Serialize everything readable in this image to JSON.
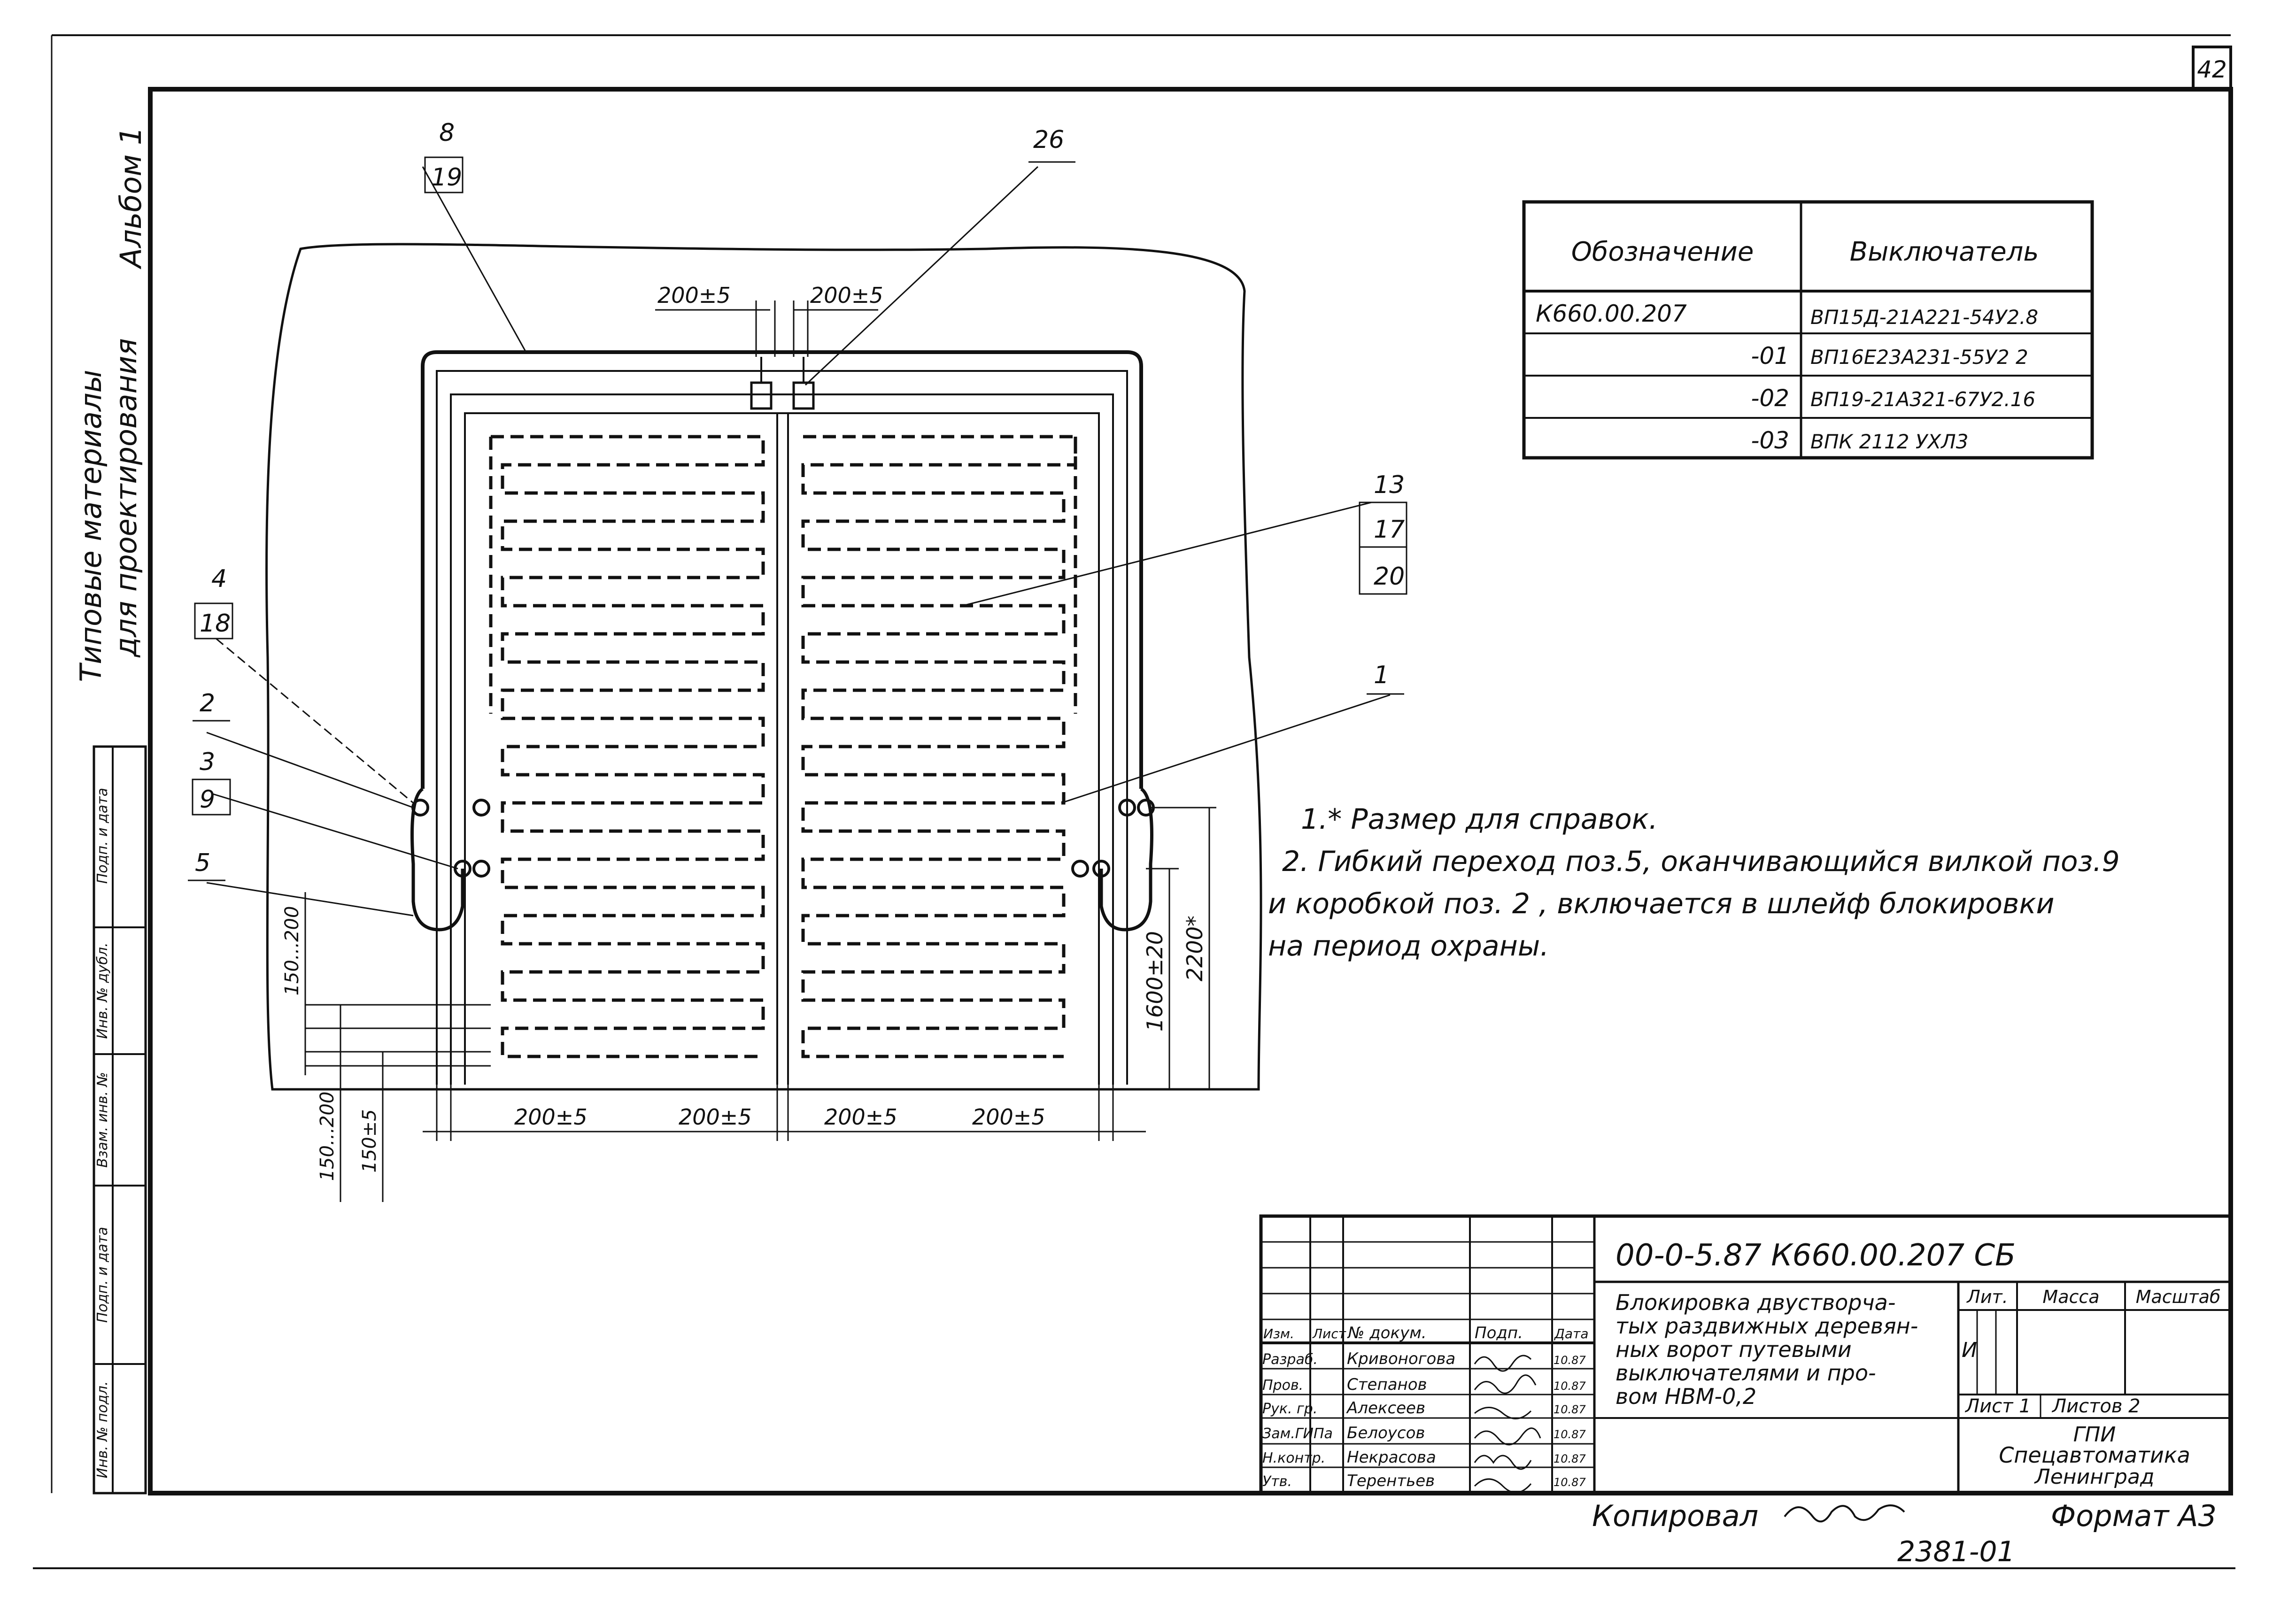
{
  "sheet_number": "42",
  "side_album": "Альбом 1",
  "side_title_1": "Типовые материалы",
  "side_title_2": "для проектирования",
  "stamp_cells": [
    "Инв. № подл.",
    "Подп. и дата",
    "Взам. инв. №",
    "Инв. № дубл.",
    "Подп. и дата"
  ],
  "spec_table": {
    "headers": [
      "Обозначение",
      "Выключатель"
    ],
    "rows": [
      [
        "К660.00.207",
        "ВП15Д-21А221-54У2.8"
      ],
      [
        "-01",
        "ВП16Е23А231-55У2 2"
      ],
      [
        "-02",
        "ВП19-21А321-67У2.16"
      ],
      [
        "-03",
        "ВПК 2112 УХЛ3"
      ]
    ]
  },
  "notes": [
    "1.* Размер для справок.",
    "2. Гибкий переход поз.5, оканчивающийся вилкой поз.9",
    "и коробкой поз. 2 , включается в шлейф блокировки",
    "на период охраны."
  ],
  "callouts": [
    "8",
    "19",
    "26",
    "13",
    "17",
    "20",
    "4",
    "18",
    "2",
    "3",
    "9",
    "5",
    "1"
  ],
  "dimensions": {
    "top_left": "200±5",
    "top_right": "200±5",
    "bottom": [
      "200±5",
      "200±5",
      "200±5",
      "200±5"
    ],
    "left_vertical": "150...200",
    "bottom_left_1": "150...200",
    "bottom_left_2": "150±5",
    "right_1": "1600±20",
    "right_2": "2200*"
  },
  "title_block": {
    "code": "00-0-5.87   К660.00.207 СБ",
    "name_lines": [
      "Блокировка двустворча-",
      "тых раздвижных деревян-",
      "ных ворот путевыми",
      "выключателями и про-",
      "вом НВМ-0,2"
    ],
    "lit_label": "Лит.",
    "lit_value": "И",
    "mass_label": "Масса",
    "scale_label": "Масштаб",
    "sheet_label": "Лист 1",
    "sheets_label": "Листов 2",
    "org_lines": [
      "ГПИ",
      "Спецавтоматика",
      "Ленинград"
    ],
    "col_headers": [
      "Изм.",
      "Лист",
      "№ докум.",
      "Подп.",
      "Дата"
    ],
    "people": [
      {
        "role": "Разраб.",
        "name": "Кривоногова",
        "date": "10.87"
      },
      {
        "role": "Пров.",
        "name": "Степанов",
        "date": "10.87"
      },
      {
        "role": "Рук. гр.",
        "name": "Алексеев",
        "date": "10.87"
      },
      {
        "role": "Зам.ГИПа",
        "name": "Белоусов",
        "date": "10.87"
      },
      {
        "role": "Н.контр.",
        "name": "Некрасова",
        "date": "10.87"
      },
      {
        "role": "Утв.",
        "name": "Терентьев",
        "date": "10.87"
      }
    ]
  },
  "copied_by": "Копировал",
  "format": "Формат А3",
  "archive_number": "2381-01"
}
